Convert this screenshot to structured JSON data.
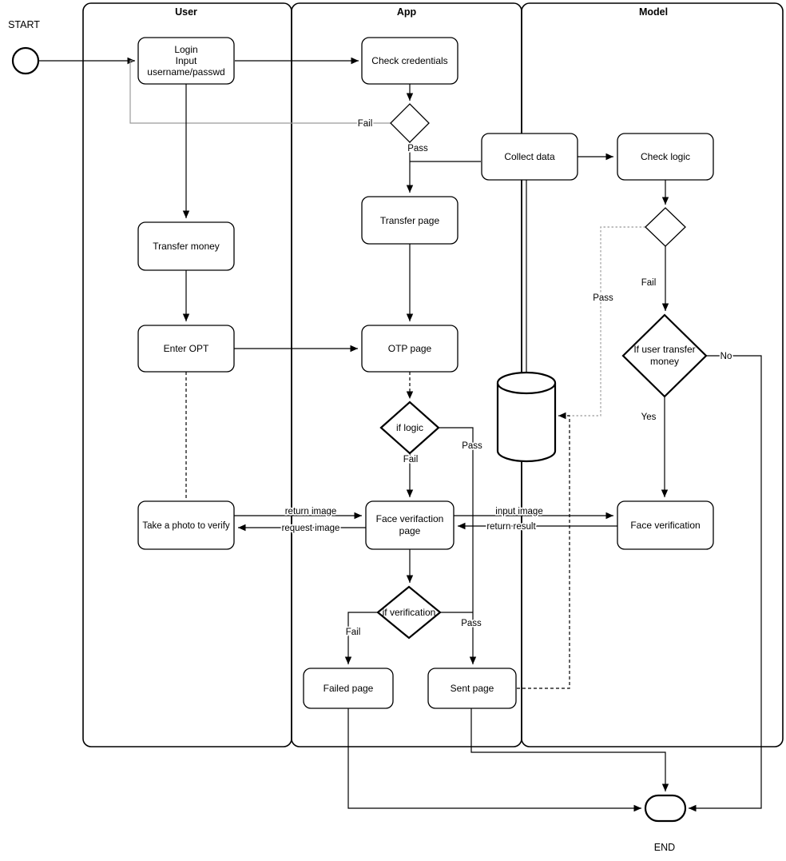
{
  "lanes": {
    "user": "User",
    "app": "App",
    "model": "Model"
  },
  "terminals": {
    "start": "START",
    "end": "END"
  },
  "nodes": {
    "login": {
      "lines": [
        "Login",
        "Input",
        "username/passwd"
      ]
    },
    "check_credentials": {
      "label": "Check credentials"
    },
    "collect_data": {
      "label": "Collect data"
    },
    "check_logic": {
      "label": "Check logic"
    },
    "transfer_page": {
      "label": "Transfer page"
    },
    "transfer_money": {
      "label": "Transfer money"
    },
    "enter_opt": {
      "label": "Enter OPT"
    },
    "otp_page": {
      "label": "OTP page"
    },
    "if_logic": {
      "label": "if logic"
    },
    "if_user_transfer": {
      "lines": [
        "If user transfer",
        "money"
      ]
    },
    "take_photo": {
      "label": "Take a photo to verify"
    },
    "face_verification_page": {
      "lines": [
        "Face verifaction",
        "page"
      ]
    },
    "face_verification_model": {
      "label": "Face verification"
    },
    "if_verification": {
      "label": "if verification"
    },
    "failed_page": {
      "label": "Failed page"
    },
    "sent_page": {
      "label": "Sent page"
    }
  },
  "edge_labels": {
    "credentials_fail": "Fail",
    "credentials_pass": "Pass",
    "logic_check_fail": "Fail",
    "logic_check_pass": "Pass",
    "transfer_no": "No",
    "transfer_yes": "Yes",
    "if_logic_fail": "Fail",
    "if_logic_pass": "Pass",
    "return_image": "return image",
    "request_image": "request image",
    "input_image": "input image",
    "return_result": "return result",
    "verification_fail": "Fail",
    "verification_pass": "Pass"
  },
  "colors": {
    "stroke": "#000000",
    "gray_edge": "#9b9b9b",
    "background": "#ffffff"
  }
}
